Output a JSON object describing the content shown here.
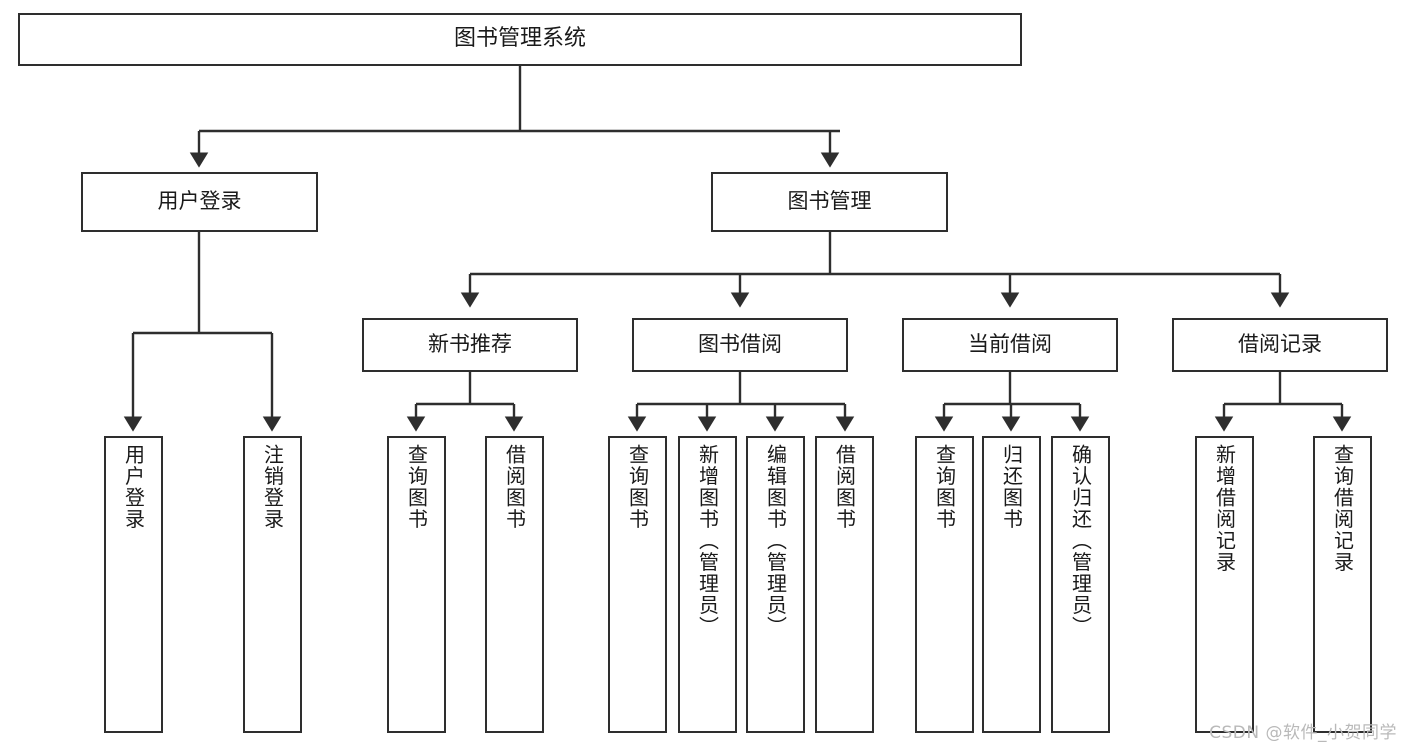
{
  "diagram": {
    "type": "tree-hierarchy-chart",
    "title": "图书管理系统",
    "watermark": "CSDN @软件_小贺同学",
    "colors": {
      "stroke": "#2e2e2e",
      "fill": "#ffffff",
      "text": "#1a1a1a",
      "watermark": "#b9b9b9"
    },
    "nodes": {
      "root": {
        "label": "图书管理系统"
      },
      "level1": [
        {
          "label": "用户登录"
        },
        {
          "label": "图书管理"
        }
      ],
      "level2": [
        {
          "label": "新书推荐"
        },
        {
          "label": "图书借阅"
        },
        {
          "label": "当前借阅"
        },
        {
          "label": "借阅记录"
        }
      ],
      "leaves_user_login": [
        {
          "label": "用户登录"
        },
        {
          "label": "注销登录"
        }
      ],
      "leaves_new_book": [
        {
          "label": "查询图书"
        },
        {
          "label": "借阅图书"
        }
      ],
      "leaves_borrow": [
        {
          "label": "查询图书"
        },
        {
          "label": "新增图书（管理员）"
        },
        {
          "label": "编辑图书（管理员）"
        },
        {
          "label": "借阅图书"
        }
      ],
      "leaves_current": [
        {
          "label": "查询图书"
        },
        {
          "label": "归还图书"
        },
        {
          "label": "确认归还（管理员）"
        }
      ],
      "leaves_records": [
        {
          "label": "新增借阅记录"
        },
        {
          "label": "查询借阅记录"
        }
      ]
    }
  }
}
